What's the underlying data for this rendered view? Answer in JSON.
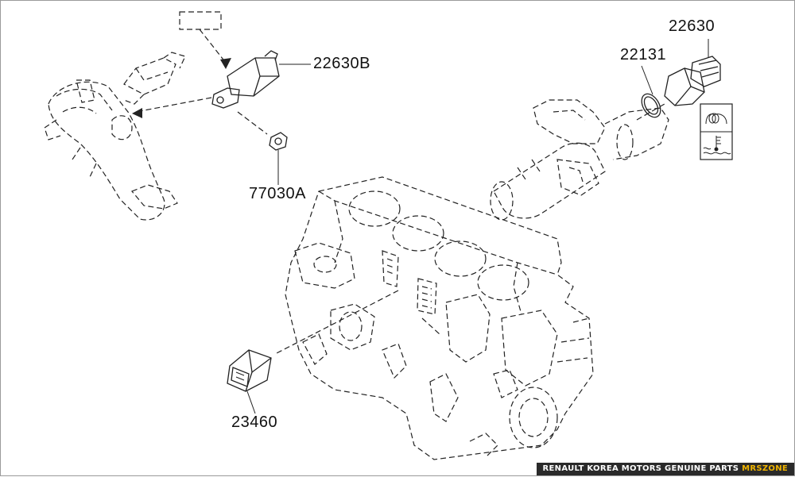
{
  "parts": [
    {
      "id": "22630B"
    },
    {
      "id": "77030A"
    },
    {
      "id": "22630"
    },
    {
      "id": "22131"
    },
    {
      "id": "23460"
    }
  ],
  "footer": {
    "text": "RENAULT KOREA MOTORS GENUINE PARTS",
    "brand": "MRSZONE"
  },
  "colors": {
    "line": "#222222",
    "footer_bg": "#2a2a2a",
    "brand": "#f0b400"
  },
  "icons": [
    "coil-symbol-icon",
    "coolant-temperature-icon"
  ]
}
